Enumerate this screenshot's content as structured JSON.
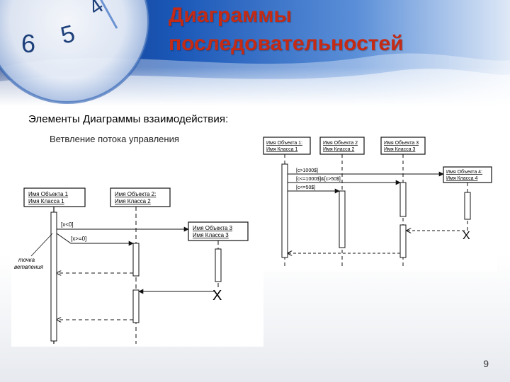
{
  "slide": {
    "title_line1": "Диаграммы",
    "title_line2": "последовательностей",
    "subtitle": "Элементы Диаграммы взаимодействия:",
    "caption": "Ветвление потока управления",
    "page_number": "9",
    "clock_numerals": [
      "6",
      "5",
      "4"
    ]
  },
  "diagram_left": {
    "obj1": [
      "Имя Объекта 1",
      "Имя Класса 1"
    ],
    "obj2": [
      "Имя Объекта 2:",
      "Имя Класса 2"
    ],
    "obj3": [
      "Имя Объекта 3",
      "Имя Класса 3"
    ],
    "guard1": "[x<0]",
    "guard2": "[x>=0]",
    "branch_note": [
      "точка",
      "ветвления"
    ],
    "destroy": "X"
  },
  "diagram_right": {
    "obj1": [
      "Имя Объекта 1:",
      "Имя Класса 1"
    ],
    "obj2": [
      "Имя Объекта 2",
      "Имя Класса 2"
    ],
    "obj3": [
      "Имя Объекта 3",
      "Имя Класса 3"
    ],
    "obj4": [
      "Имя Объекта 4:",
      "Имя Класса 4"
    ],
    "guard1": "[c>1000$]",
    "guard2": "[c<=1000$]&[c>50$]",
    "guard3": "[c<=50$]",
    "destroy": "X"
  },
  "colors": {
    "title": "#c42a14",
    "background_blue": "#1a4fa0"
  }
}
